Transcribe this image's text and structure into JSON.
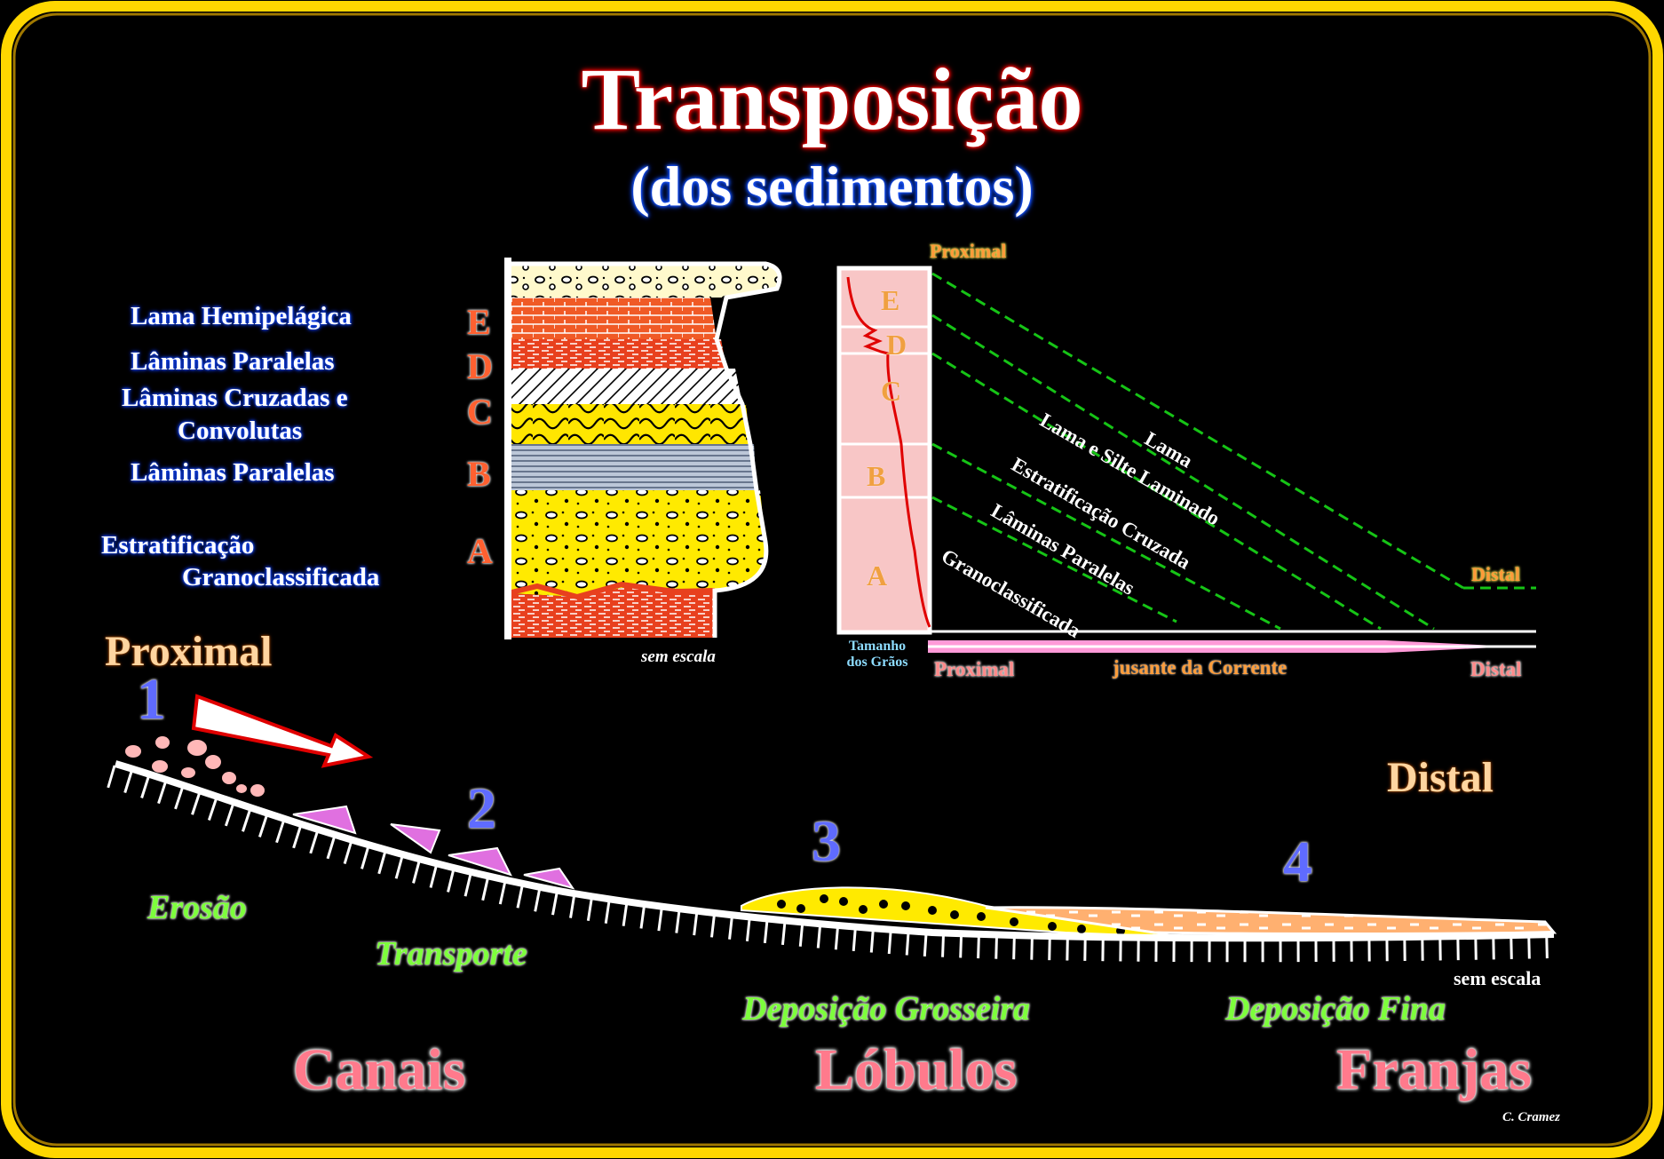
{
  "title": "Transposição",
  "subtitle": "(dos sedimentos)",
  "bouma_sequence": {
    "intervals": [
      {
        "letter": "E",
        "label": "Lama Hemipelágica"
      },
      {
        "letter": "D",
        "label": "Lâminas Paralelas"
      },
      {
        "letter": "C",
        "label": "Lâminas Cruzadas e",
        "label2": "Convolutas"
      },
      {
        "letter": "B",
        "label": "Lâminas Paralelas"
      },
      {
        "letter": "A",
        "label": "Estratificação",
        "label2": "Granoclassificada"
      }
    ],
    "scale_note": "sem escala"
  },
  "grain_diagram": {
    "top_label": "Proximal",
    "column_letters": [
      "E",
      "D",
      "C",
      "B",
      "A"
    ],
    "axis_label": "Tamanho dos Grãos",
    "axis_label_line1": "Tamanho",
    "axis_label_line2": "dos Grãos",
    "bottom_left": "Proximal",
    "bottom_middle": "jusante da Corrente",
    "bottom_right": "Distal",
    "distal_label": "Distal",
    "diagonal_labels": [
      "Lama",
      "Lama e Silte Laminado",
      "Estratificação Cruzada",
      "Lâminas Paralelas",
      "Granoclassificada"
    ],
    "colors": {
      "dashed_lines": "#16c416",
      "curve": "#e00000",
      "column_fill": "#f8c6c6"
    }
  },
  "profile": {
    "proximal_label": "Proximal",
    "distal_label": "Distal",
    "stages": [
      {
        "number": "1",
        "process": "Erosão"
      },
      {
        "number": "2",
        "process": "Transporte"
      },
      {
        "number": "3",
        "process": "Deposição Grosseira"
      },
      {
        "number": "4",
        "process": "Deposição Fina"
      }
    ],
    "zones": [
      "Canais",
      "Lóbulos",
      "Franjas"
    ],
    "scale_note": "sem escala"
  },
  "credit": "C. Cramez",
  "colors": {
    "frame": "#ffd700",
    "background": "#000000",
    "title_glow": "#e00000",
    "subtitle_glow": "#1a55ff"
  }
}
